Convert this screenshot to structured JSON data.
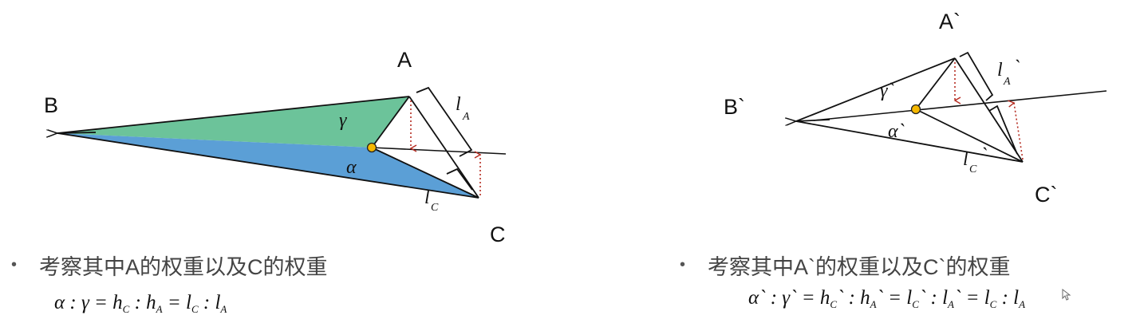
{
  "left_diagram": {
    "vertex_labels": {
      "a": "A",
      "b": "B",
      "c": "C"
    },
    "angle_labels": {
      "gamma": "γ",
      "alpha": "α"
    },
    "l_a": {
      "symbol": "l",
      "sub": "A"
    },
    "l_c": {
      "symbol": "l",
      "sub": "C"
    },
    "colors": {
      "green_fill": "#6cc39a",
      "blue_fill": "#5b9fd6",
      "point": "#f5b800",
      "dash": "#b52b20"
    }
  },
  "right_diagram": {
    "vertex_labels": {
      "a": "A`",
      "b": "B`",
      "c": "C`"
    },
    "angle_labels": {
      "gamma": "γ`",
      "alpha": "α`"
    },
    "l_a": {
      "symbol": "l",
      "sub": "A",
      "tick": "`"
    },
    "l_c": {
      "symbol": "l",
      "sub": "C",
      "tick": "`"
    }
  },
  "left_text": {
    "bullet": "考察其中A的权重以及C的权重",
    "formula_parts": [
      "α : γ = h",
      "C",
      " : h",
      "A",
      " = l",
      "C",
      " : l",
      "A"
    ]
  },
  "right_text": {
    "bullet": "考察其中A`的权重以及C`的权重",
    "formula_parts": [
      "α` : γ` = h",
      "C",
      "` : h",
      "A",
      "` = l",
      "C",
      "` : l",
      "A",
      "` = l",
      "C",
      " : l",
      "A"
    ]
  },
  "cursor_icon": "mouse-pointer-icon"
}
